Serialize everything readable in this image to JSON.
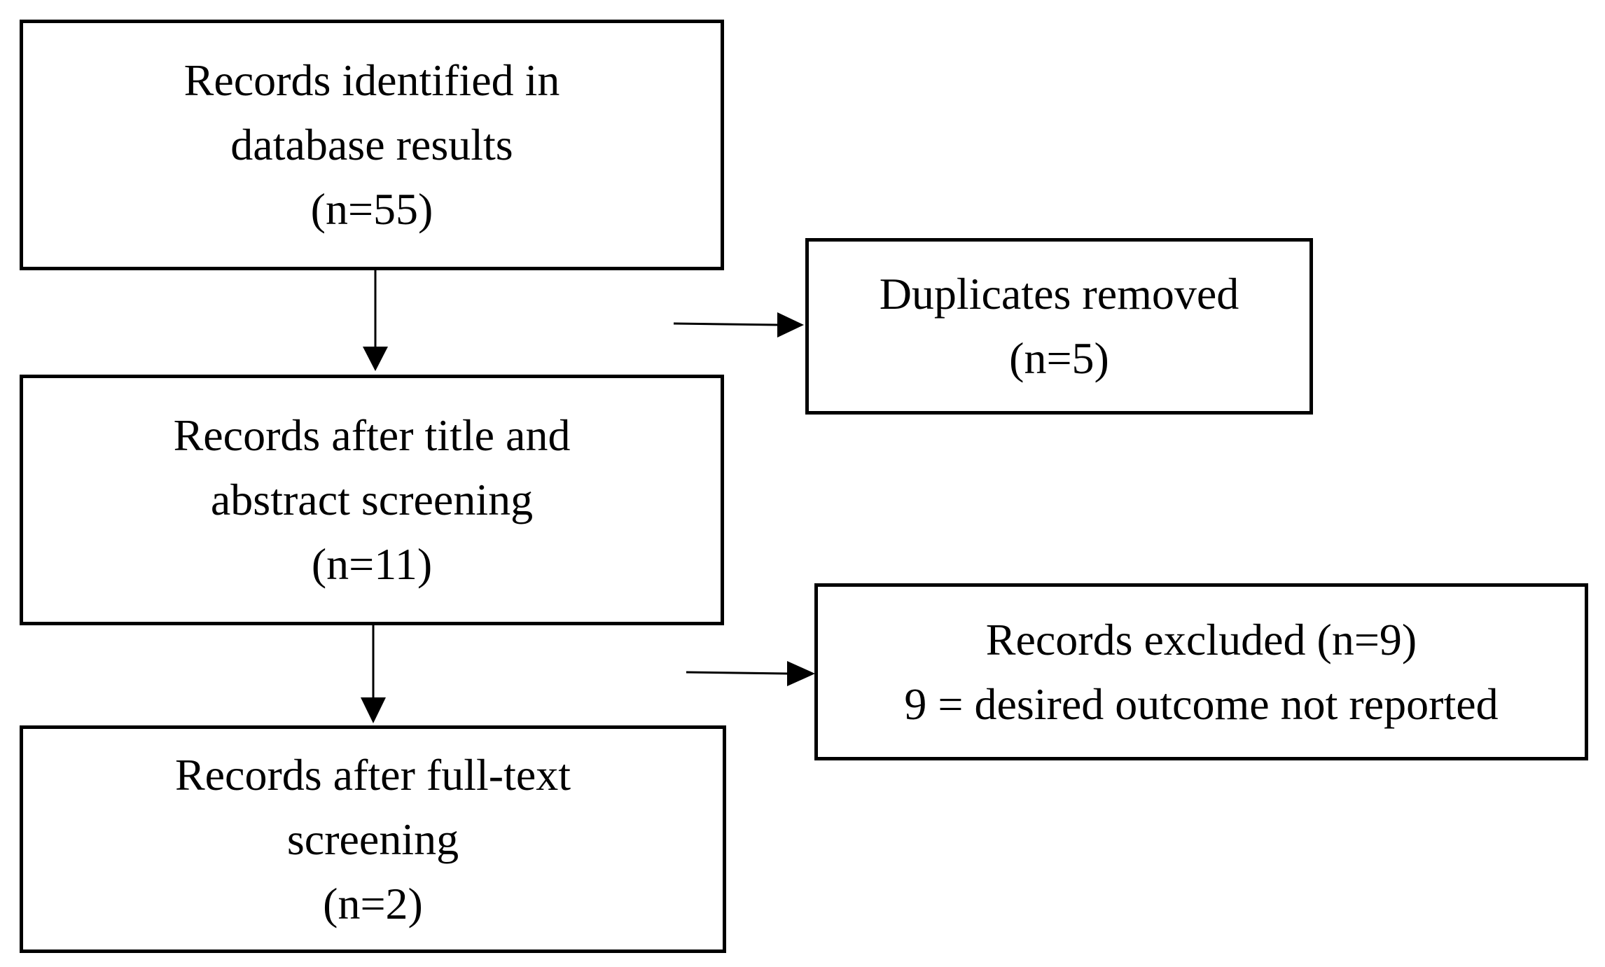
{
  "flow": {
    "identified": {
      "lines": [
        "Records identified in",
        "database results",
        "(n=55)"
      ]
    },
    "duplicates": {
      "lines": [
        "Duplicates removed",
        "(n=5)"
      ]
    },
    "screened": {
      "lines": [
        "Records after title and",
        "abstract screening",
        "(n=11)"
      ]
    },
    "excluded": {
      "lines": [
        "Records excluded (n=9)",
        "9 = desired outcome not reported"
      ]
    },
    "included": {
      "lines": [
        "Records after full-text",
        "screening",
        "(n=2)"
      ]
    }
  }
}
